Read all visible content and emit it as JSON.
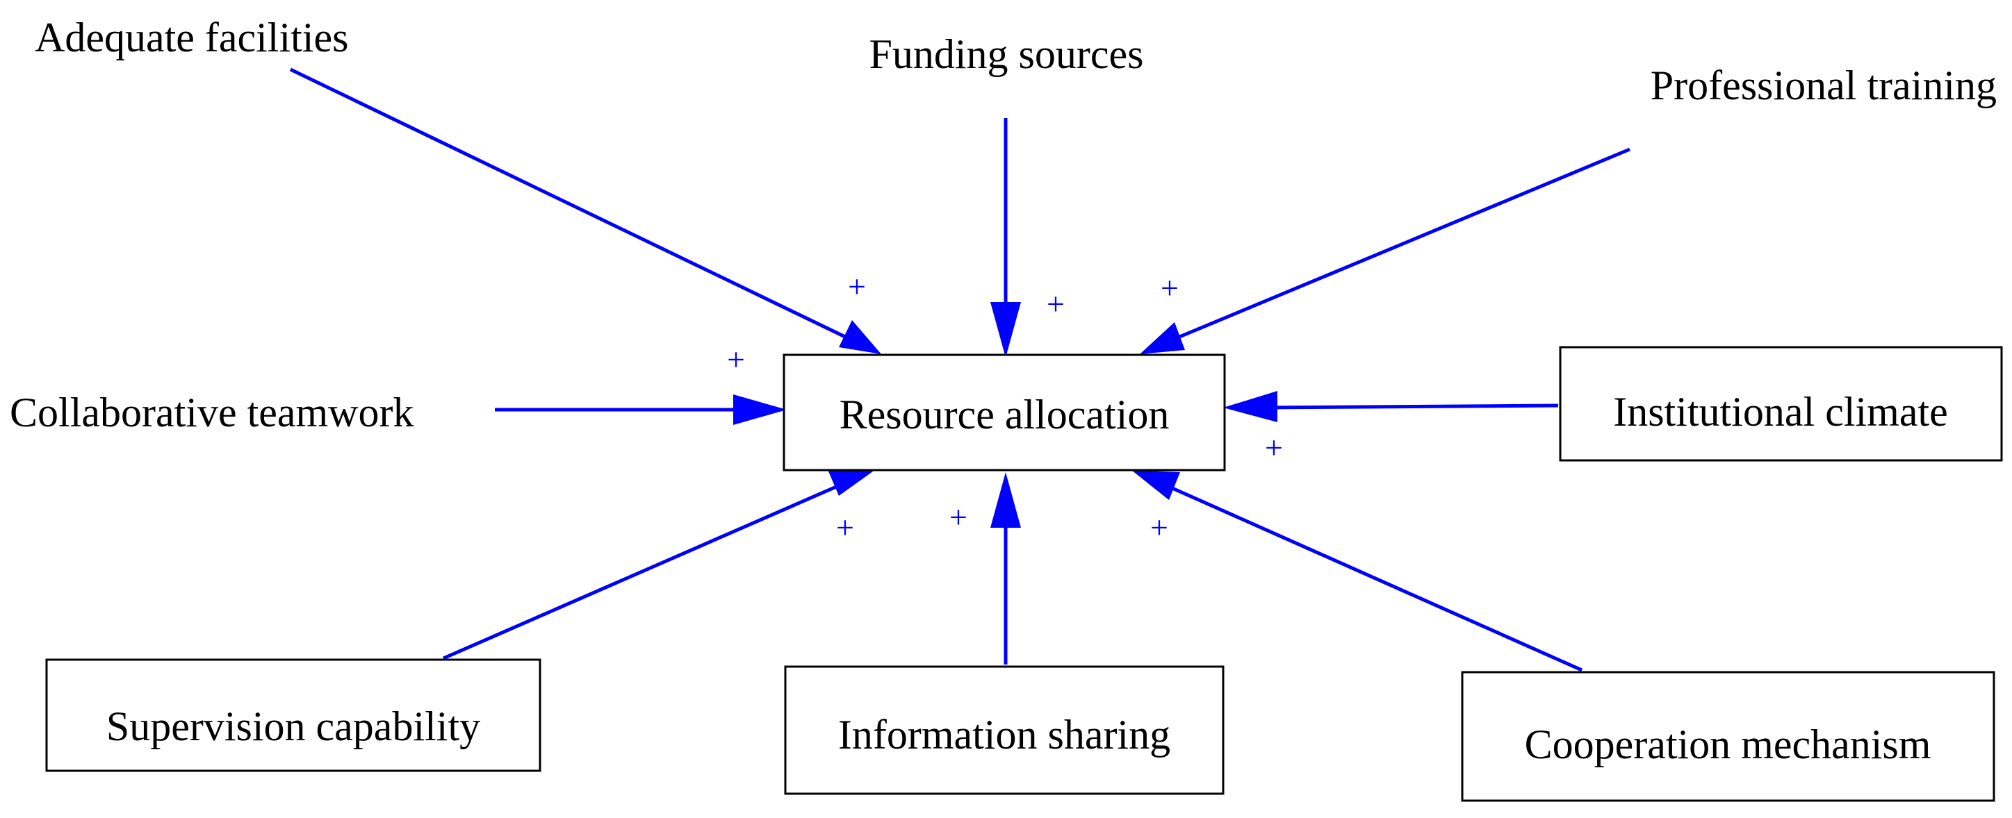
{
  "diagram": {
    "center": {
      "label": "Resource allocation"
    },
    "nodes": {
      "adequate_facilities": {
        "label": "Adequate facilities",
        "boxed": false
      },
      "funding_sources": {
        "label": "Funding sources",
        "boxed": false
      },
      "professional_training": {
        "label": "Professional training",
        "boxed": false
      },
      "collaborative_teamwork": {
        "label": "Collaborative teamwork",
        "boxed": false
      },
      "institutional_climate": {
        "label": "Institutional climate",
        "boxed": true
      },
      "supervision_capability": {
        "label": "Supervision capability",
        "boxed": true
      },
      "information_sharing": {
        "label": "Information sharing",
        "boxed": true
      },
      "cooperation_mechanism": {
        "label": "Cooperation mechanism",
        "boxed": true
      }
    },
    "edges": [
      {
        "from": "adequate_facilities",
        "to": "resource_allocation",
        "polarity": "+"
      },
      {
        "from": "funding_sources",
        "to": "resource_allocation",
        "polarity": "+"
      },
      {
        "from": "professional_training",
        "to": "resource_allocation",
        "polarity": "+"
      },
      {
        "from": "collaborative_teamwork",
        "to": "resource_allocation",
        "polarity": "+"
      },
      {
        "from": "institutional_climate",
        "to": "resource_allocation",
        "polarity": "+"
      },
      {
        "from": "supervision_capability",
        "to": "resource_allocation",
        "polarity": "+"
      },
      {
        "from": "information_sharing",
        "to": "resource_allocation",
        "polarity": "+"
      },
      {
        "from": "cooperation_mechanism",
        "to": "resource_allocation",
        "polarity": "+"
      }
    ],
    "colors": {
      "arrow": "#0000ff",
      "text": "#000000",
      "box_border": "#000000"
    }
  }
}
